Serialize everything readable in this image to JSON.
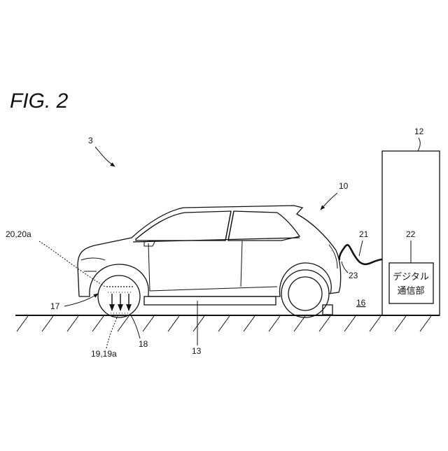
{
  "figure": {
    "title": "FIG. 2"
  },
  "labels": {
    "system": "3",
    "vehicle": "10",
    "station": "12",
    "connector_path": "13",
    "ground": "16",
    "wheel_area": "17",
    "signal_area": "18",
    "signal_unit": "19,19a",
    "detector": "20,20a",
    "cable": "21",
    "comm_unit": "22",
    "plug": "23"
  },
  "comm_unit_text": {
    "line1": "デジタル",
    "line2": "通信部"
  }
}
